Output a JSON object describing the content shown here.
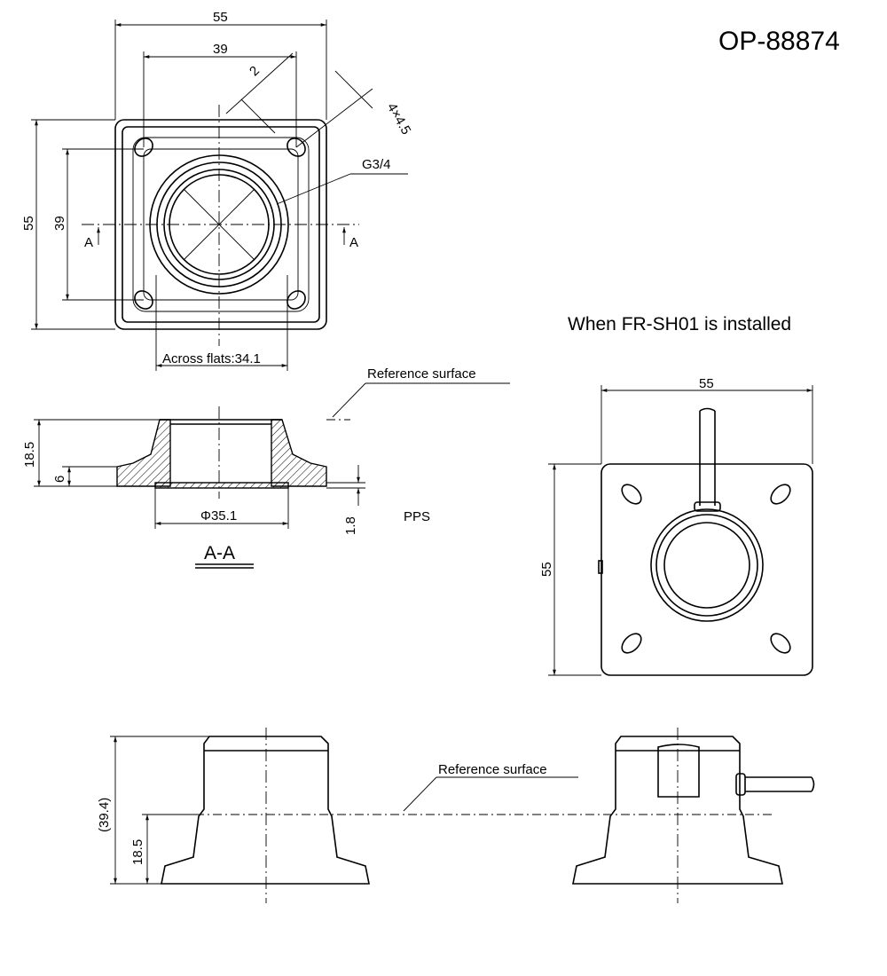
{
  "title": "OP-88874",
  "installed_note": "When FR-SH01 is installed",
  "material": "PPS",
  "section_label": "A-A",
  "section_marker": "A",
  "reference_surface": "Reference surface",
  "top_view": {
    "overall_width": "55",
    "hole_pitch_x": "39",
    "chamfer": "2",
    "holes": "4×4.5",
    "thread": "G3/4",
    "overall_height": "55",
    "hole_pitch_y": "39",
    "across_flats": "Across flats:34.1"
  },
  "section_view": {
    "height": "18.5",
    "flange": "6",
    "diameter": "Φ35.1",
    "recess": "1.8"
  },
  "installed_view": {
    "width": "55",
    "height": "55"
  },
  "side_view": {
    "total_height": "(39.4)",
    "ref_height": "18.5"
  }
}
